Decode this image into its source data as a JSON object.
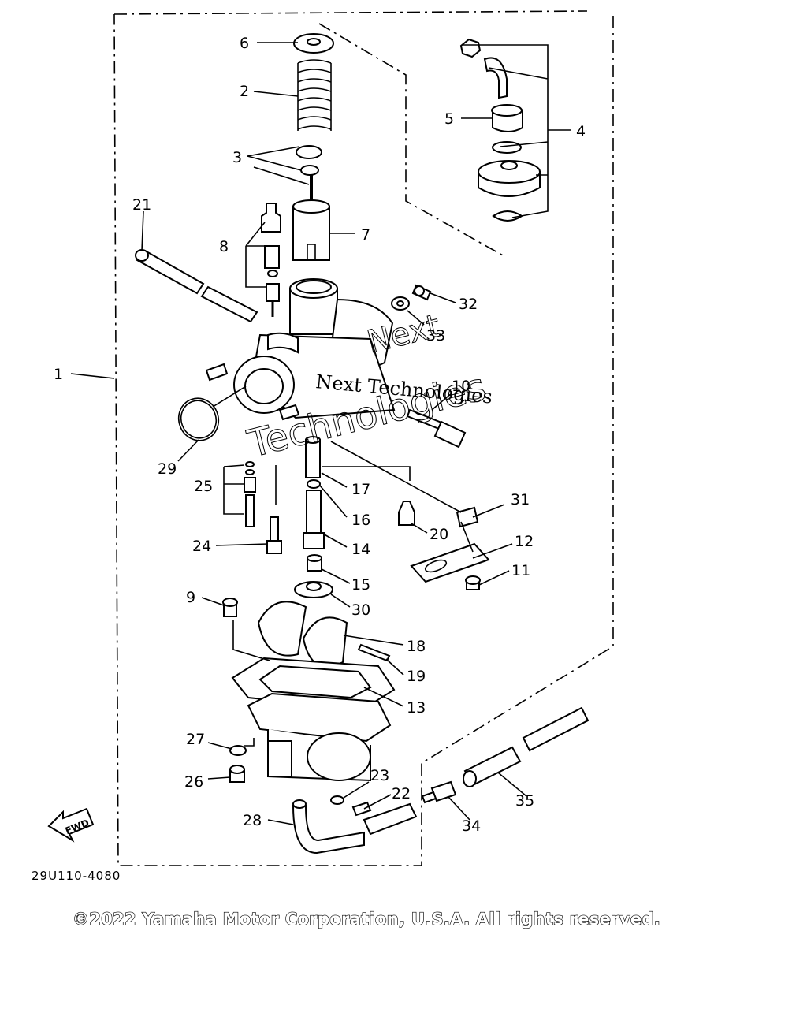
{
  "drawing_code": "29U110-4080",
  "copyright": "©2022 Yamaha Motor Corporation, U.S.A. All rights reserved.",
  "fwd_label": "FWD",
  "watermarks": [
    "Next",
    "Technologies",
    "Next Technologies"
  ],
  "callouts": {
    "c1": "1",
    "c2": "2",
    "c3": "3",
    "c4": "4",
    "c5": "5",
    "c6": "6",
    "c7": "7",
    "c8": "8",
    "c9": "9",
    "c10": "10",
    "c11": "11",
    "c12": "12",
    "c13": "13",
    "c14": "14",
    "c15": "15",
    "c16": "16",
    "c17": "17",
    "c18": "18",
    "c19": "19",
    "c20": "20",
    "c21": "21",
    "c22": "22",
    "c23": "23",
    "c24": "24",
    "c25": "25",
    "c26": "26",
    "c27": "27",
    "c28": "28",
    "c29": "29",
    "c30": "30",
    "c31": "31",
    "c32": "32",
    "c33": "33",
    "c34": "34",
    "c35": "35"
  }
}
